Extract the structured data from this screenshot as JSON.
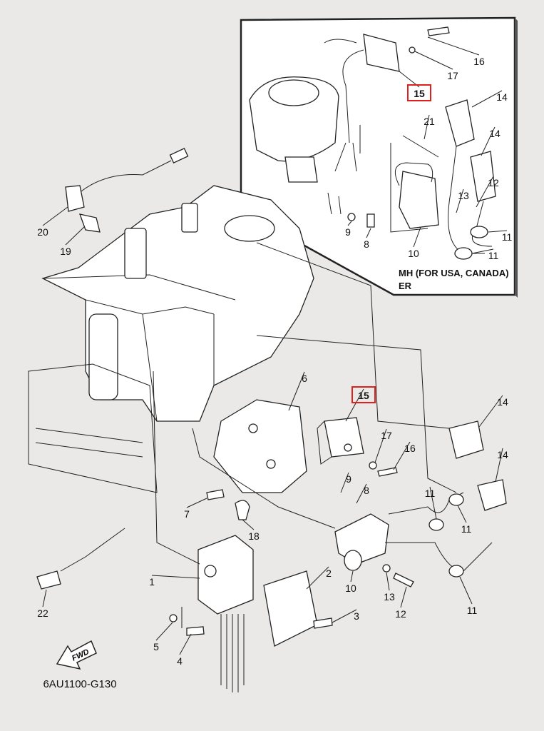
{
  "diagram_code": "6AU1100-G130",
  "fwd_arrow_label": "FWD",
  "inset": {
    "note_line1": "MH (FOR USA, CANADA)",
    "note_line2": "ER",
    "callouts": [
      "16",
      "17",
      "15",
      "14",
      "14",
      "21",
      "12",
      "13",
      "11",
      "11",
      "10",
      "9",
      "8"
    ]
  },
  "main": {
    "callouts": [
      "20",
      "19",
      "6",
      "15",
      "14",
      "17",
      "16",
      "14",
      "9",
      "8",
      "11",
      "11",
      "7",
      "18",
      "2",
      "1",
      "10",
      "13",
      "12",
      "11",
      "3",
      "22",
      "5",
      "4"
    ]
  },
  "highlighted_part": "15",
  "highlight_color": "#e0201c"
}
